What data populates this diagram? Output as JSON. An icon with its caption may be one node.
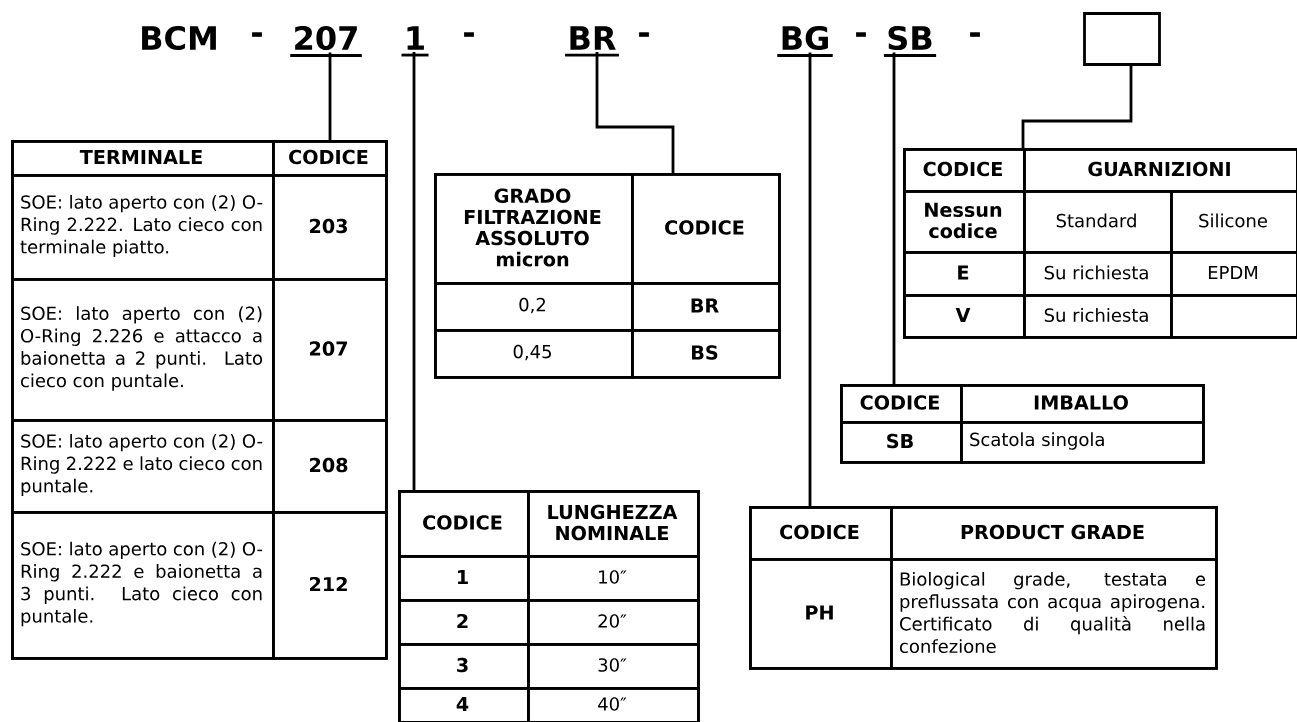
{
  "diagram": {
    "nodes": [
      {
        "text": [
          "207"
        ]
      },
      {
        "text": [
          "1"
        ]
      },
      {
        "text": [
          "BR"
        ]
      },
      {
        "text": [
          "BG"
        ]
      },
      {
        "text": [
          "SB"
        ]
      },
      {
        "text": [],
        "shape": "box"
      },
      {
        "text": [
          "TERMINALE",
          "CODICE",
          "SOE: lato aperto con (2) O-Ring 2.222. Lato cieco con terminale piatto.",
          "203",
          "SOE: lato aperto con (2) O-Ring 2.226 e attacco a baionetta a 2 punti. Lato cieco con puntale.",
          "207",
          "SOE: lato aperto con (2) O-Ring 2.222 e lato cieco con puntale.",
          "208",
          "SOE: lato aperto con (2) O-Ring 2.222 e baionetta a 3 punti. Lato cieco con puntale.",
          "212"
        ]
      },
      {
        "text": [
          "GRADO FILTRAZIONE ASSOLUTO micron",
          "CODICE",
          "0,2",
          "BR",
          "0,45",
          "BS"
        ]
      },
      {
        "text": [
          "CODICE",
          "GUARNIZIONI",
          "Nessun codice",
          "Standard",
          "Silicone",
          "E",
          "Su richiesta",
          "EPDM",
          "V",
          "Su richiesta"
        ]
      },
      {
        "text": [
          "CODICE",
          "IMBALLO",
          "SB",
          "Scatola singola"
        ]
      },
      {
        "text": [
          "CODICE",
          "LUNGHEZZA NOMINALE",
          "1",
          "10″",
          "2",
          "20″",
          "3",
          "30″",
          "4",
          "40″"
        ]
      },
      {
        "text": [
          "CODICE",
          "PRODUCT GRADE",
          "PH",
          "Biological grade, testata e preflussata con acqua apirogena. Certificato di qualità nella confezione"
        ]
      }
    ],
    "edges": [
      {
        "from": 0,
        "to": 6,
        "arrow": "none"
      },
      {
        "from": 1,
        "to": 10,
        "arrow": "none"
      },
      {
        "from": 2,
        "to": 7,
        "arrow": "none"
      },
      {
        "from": 3,
        "to": 11,
        "arrow": "none"
      },
      {
        "from": 4,
        "to": 9,
        "arrow": "none"
      },
      {
        "from": 5,
        "to": 8,
        "arrow": "none"
      }
    ],
    "labels": [
      "BCM",
      "-",
      "-",
      "-",
      "-",
      "-"
    ]
  }
}
